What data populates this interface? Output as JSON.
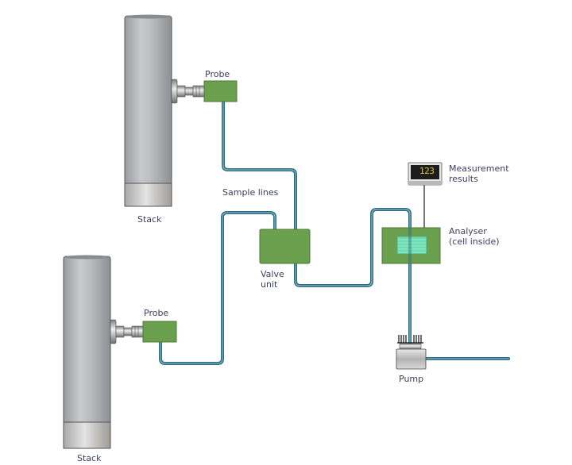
{
  "diagram": {
    "title": "Extractive stack gas monitoring setup",
    "labels": {
      "stack_top": "Stack",
      "stack_bottom": "Stack",
      "probe_top": "Probe",
      "probe_bottom": "Probe",
      "sample_lines": "Sample lines",
      "valve_unit_line1": "Valve",
      "valve_unit_line2": "unit",
      "analyser_line1": "Analyser",
      "analyser_line2": "(cell inside)",
      "measurement_line1": "Measurement",
      "measurement_line2": "results",
      "pump": "Pump",
      "display_value": "123"
    },
    "colors": {
      "component_green": "#6a9f4e",
      "component_border": "#4d7a36",
      "sample_line": "#2f6e80",
      "sample_line_highlight": "#8fc3cf",
      "cell": "#6fdcb0",
      "stack_gray": "#b9babd",
      "label_text": "#3a3f5c",
      "display_digits": "#e8c32a"
    },
    "nodes": [
      {
        "id": "stack-top",
        "label": "Stack"
      },
      {
        "id": "stack-bottom",
        "label": "Stack"
      },
      {
        "id": "probe-top",
        "label": "Probe"
      },
      {
        "id": "probe-bottom",
        "label": "Probe"
      },
      {
        "id": "valve-unit",
        "label": "Valve unit"
      },
      {
        "id": "analyser",
        "label": "Analyser (cell inside)"
      },
      {
        "id": "measurement-display",
        "label": "Measurement results"
      },
      {
        "id": "pump",
        "label": "Pump"
      }
    ],
    "edges": [
      {
        "from": "stack-top",
        "to": "probe-top",
        "kind": "mount"
      },
      {
        "from": "stack-bottom",
        "to": "probe-bottom",
        "kind": "mount"
      },
      {
        "from": "probe-top",
        "to": "valve-unit",
        "kind": "sample-line"
      },
      {
        "from": "probe-bottom",
        "to": "valve-unit",
        "kind": "sample-line"
      },
      {
        "from": "valve-unit",
        "to": "analyser",
        "kind": "sample-line"
      },
      {
        "from": "analyser",
        "to": "pump",
        "kind": "sample-line"
      },
      {
        "from": "analyser",
        "to": "measurement-display",
        "kind": "signal"
      },
      {
        "from": "pump",
        "to": "exhaust",
        "kind": "sample-line"
      }
    ]
  }
}
